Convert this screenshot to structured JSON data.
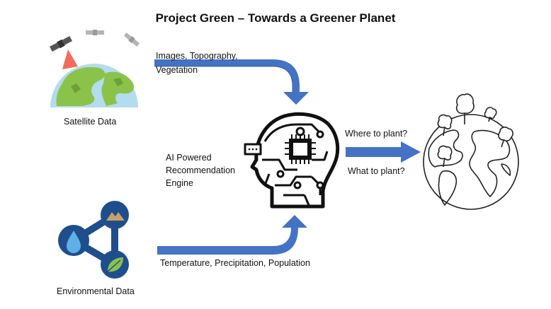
{
  "title": "Project Green – Towards a Greener Planet",
  "nodes": {
    "satellite": {
      "label": "Satellite Data",
      "icon": "satellite-earth-icon"
    },
    "environment": {
      "label": "Environmental Data",
      "icon": "environment-cycle-icon"
    },
    "engine": {
      "label_lines": [
        "AI Powered",
        "Recommendation",
        "Engine"
      ],
      "icon": "ai-head-icon"
    },
    "planet": {
      "icon": "globe-with-trees-icon"
    }
  },
  "flows": {
    "satellite_to_engine": [
      "Images, Topography,",
      "Vegetation"
    ],
    "environment_to_engine": "Temperature, Precipitation, Population",
    "engine_to_planet": {
      "question_1": "Where to plant?",
      "question_2": "What to plant?"
    }
  },
  "colors": {
    "arrow": "#4472c4",
    "arrow_dark": "#2f5597",
    "env_blue": "#1f4e8c",
    "earth_green": "#8bc34a",
    "earth_sea": "#b3dcef",
    "beam": "#f26b5b",
    "tree_stroke": "#222222"
  }
}
